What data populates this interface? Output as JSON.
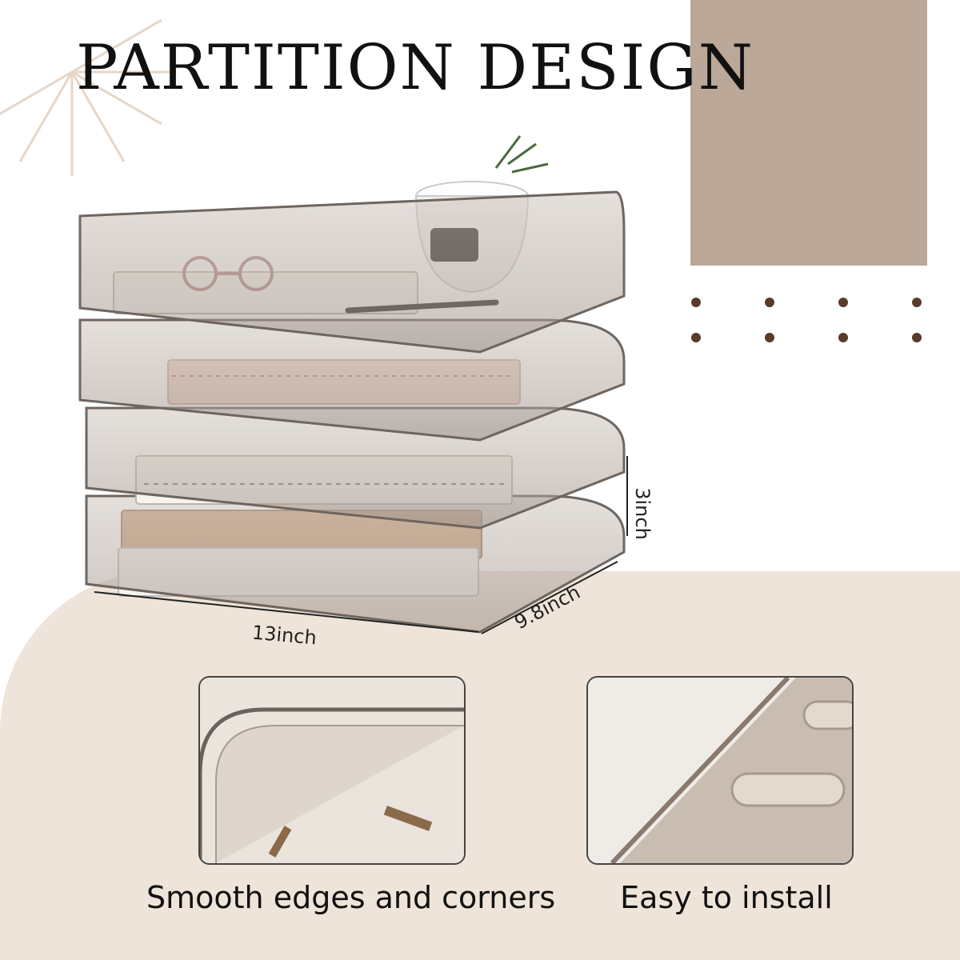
{
  "title": "PARTITION DESIGN",
  "dimensions": {
    "width": "13inch",
    "depth": "9.8inch",
    "height": "3inch"
  },
  "features": [
    {
      "caption": "Smooth edges and corners",
      "icon": "rounded-corner-closeup"
    },
    {
      "caption": "Easy to install",
      "icon": "slot-rail-closeup"
    }
  ],
  "colors": {
    "accent": "#bca898",
    "background_band": "#efe4d9",
    "dots": "#5a3a2a",
    "tray": "#8a7e76"
  }
}
